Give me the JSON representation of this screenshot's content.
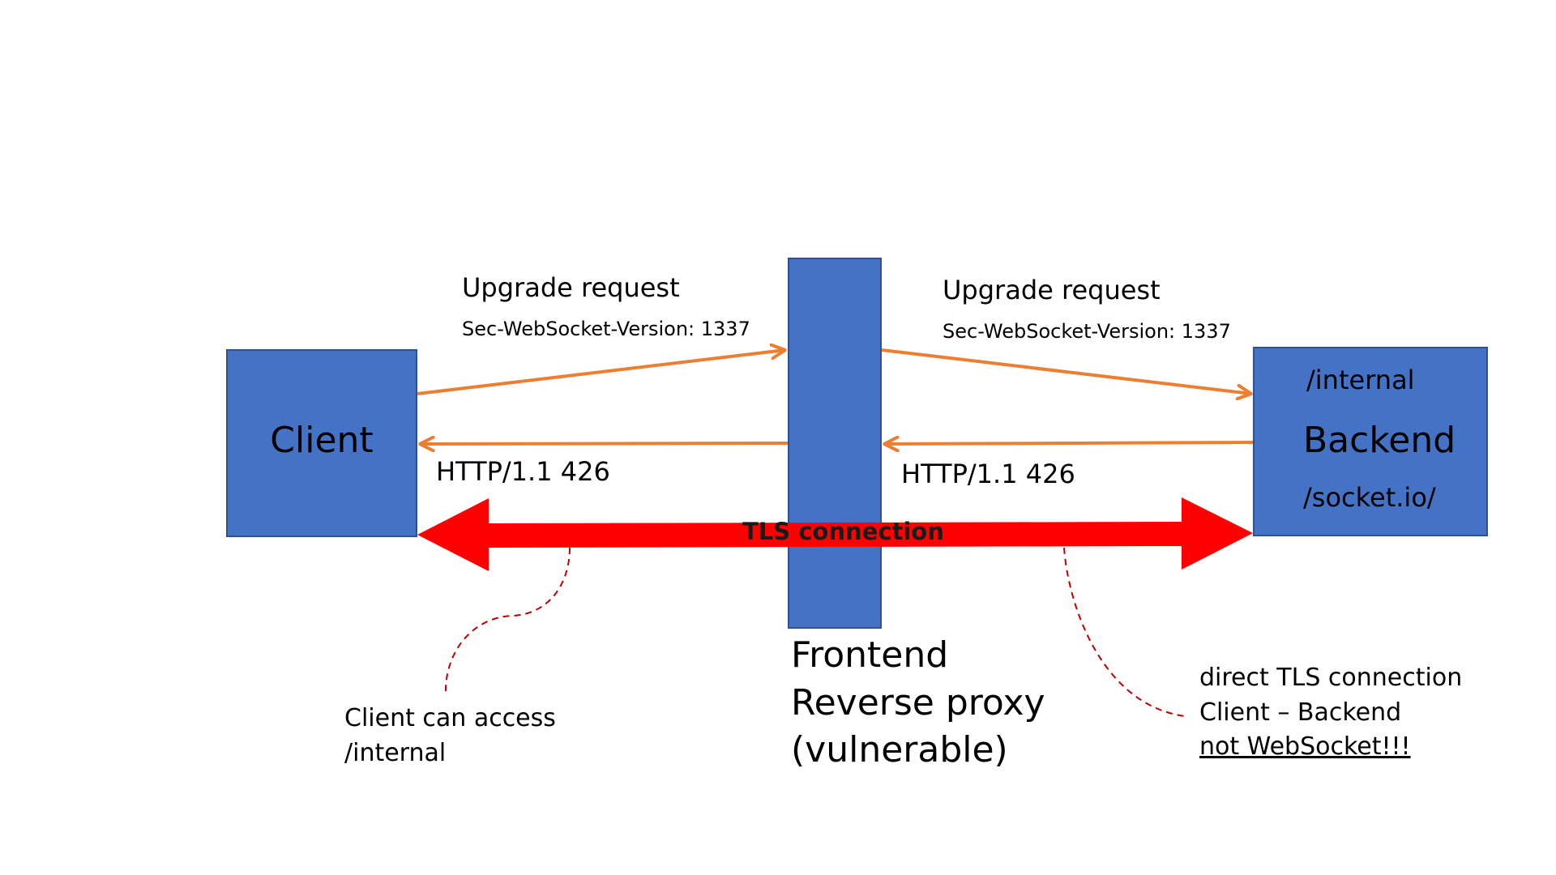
{
  "client": {
    "label": "Client"
  },
  "proxy": {
    "lines": [
      "Frontend",
      "Reverse proxy",
      "(vulnerable)"
    ]
  },
  "backend": {
    "label": "Backend",
    "path_top": "/internal",
    "path_bottom": "/socket.io/"
  },
  "left_request": {
    "label": "Upgrade request",
    "header": "Sec-WebSocket-Version: 1337"
  },
  "right_request": {
    "label": "Upgrade request",
    "header": "Sec-WebSocket-Version: 1337"
  },
  "left_response": {
    "label": "HTTP/1.1 426"
  },
  "right_response": {
    "label": "HTTP/1.1 426"
  },
  "tls": {
    "label": "TLS connection"
  },
  "note_left": {
    "lines": [
      "Client can access",
      "/internal"
    ]
  },
  "note_right": {
    "lines": [
      "direct TLS connection",
      "Client – Backend",
      "not WebSocket!!!"
    ]
  },
  "colors": {
    "box_fill": "#4472c4",
    "box_border": "#2f528f",
    "request_arrow": "#ed7d31",
    "tls_arrow": "#ff0000",
    "dashed_callout": "#c00000"
  }
}
